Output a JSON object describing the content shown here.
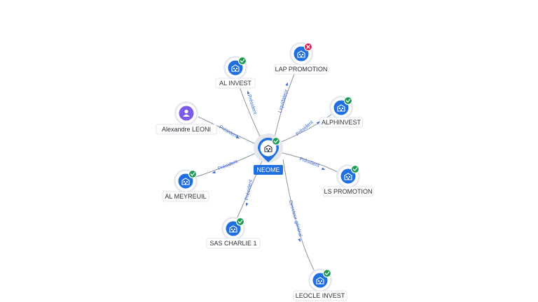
{
  "colors": {
    "accent": "#1f6fe0",
    "person": "#7b5be8",
    "ok": "#1c9a52",
    "ko": "#d81b4c",
    "edge_label": "#3b66d6"
  },
  "center": {
    "label": "NEOME",
    "icon": "building-icon",
    "status": "ok"
  },
  "nodes": [
    {
      "id": "al-invest",
      "label": "AL INVEST",
      "icon": "building-icon",
      "status": "ok"
    },
    {
      "id": "lap-promotion",
      "label": "LAP PROMOTION",
      "icon": "building-icon",
      "status": "ko"
    },
    {
      "id": "alphinvest",
      "label": "ALPHINVEST",
      "icon": "building-icon",
      "status": "ok"
    },
    {
      "id": "ls-promotion",
      "label": "LS PROMOTION",
      "icon": "building-icon",
      "status": "ok"
    },
    {
      "id": "leocle-invest",
      "label": "LEOCLE INVEST",
      "icon": "building-icon",
      "status": "ok"
    },
    {
      "id": "sas-charlie-1",
      "label": "SAS CHARLIE 1",
      "icon": "building-icon",
      "status": "ok"
    },
    {
      "id": "al-meyreuil",
      "label": "AL MEYREUIL",
      "icon": "building-icon",
      "status": "ok"
    },
    {
      "id": "alexandre-leoni",
      "label": "Alexandre LEONI",
      "icon": "person-icon",
      "status": "none"
    }
  ],
  "edges": [
    {
      "to": "al-invest",
      "label": "Président"
    },
    {
      "to": "lap-promotion",
      "label": "Liquidateur"
    },
    {
      "to": "alphinvest",
      "label": "Président"
    },
    {
      "to": "ls-promotion",
      "label": "Président"
    },
    {
      "to": "leocle-invest",
      "label": "Directeur général"
    },
    {
      "to": "sas-charlie-1",
      "label": "Président"
    },
    {
      "to": "al-meyreuil",
      "label": "Président"
    },
    {
      "to": "alexandre-leoni",
      "label": "Président"
    }
  ]
}
